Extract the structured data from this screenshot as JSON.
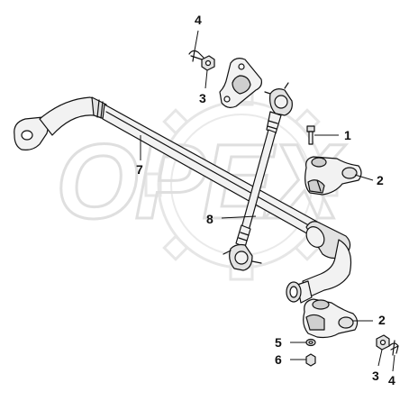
{
  "watermark": {
    "text": "OPEX",
    "color": "#dcdcdc"
  },
  "colors": {
    "line": "#111111",
    "part_light": "#f2f2f2",
    "part_shadow": "#cfcfcf"
  },
  "callouts": {
    "bolt": "1",
    "bracket_upper": "2",
    "bracket_lower": "2",
    "nut_upper": "3",
    "nut_lower": "3",
    "cotter_pin_upper": "4",
    "cotter_pin_lower": "4",
    "washer": "5",
    "nut_small": "6",
    "stabilizer_bar": "7",
    "link_rod": "8"
  }
}
